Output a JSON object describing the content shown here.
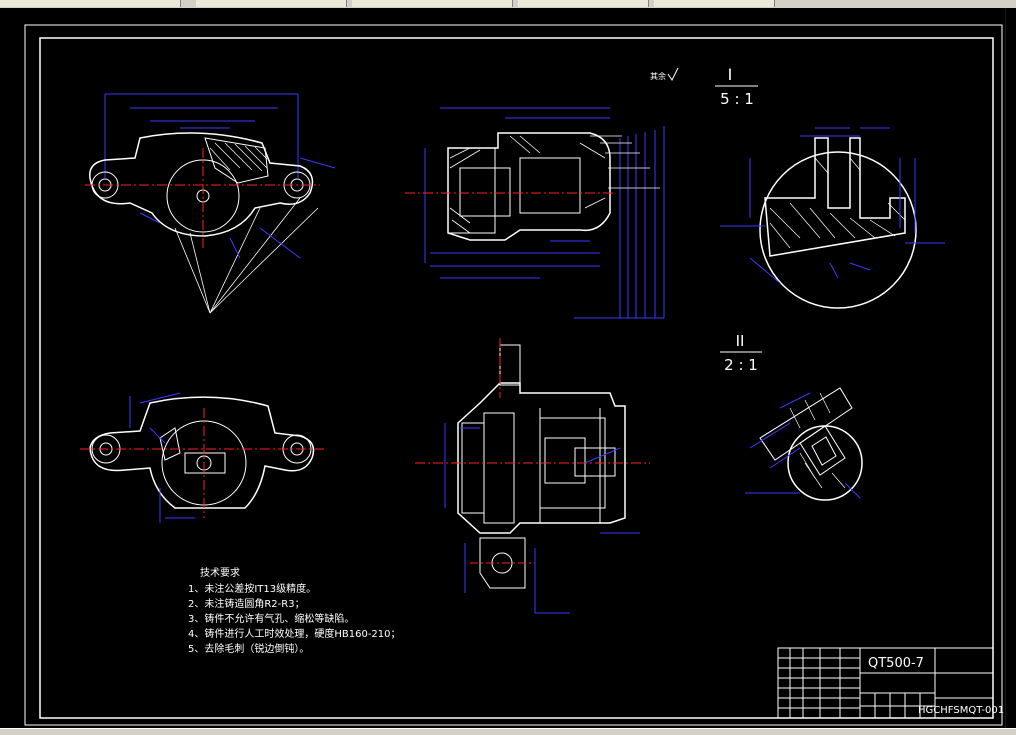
{
  "detail_views": {
    "detail1": {
      "label": "I",
      "scale": "5 : 1"
    },
    "detail2": {
      "label": "II",
      "scale": "2 : 1"
    }
  },
  "tech_notes": {
    "title": "技术要求",
    "items": [
      "1、未注公差按IT13级精度。",
      "2、未注铸造圆角R2-R3；",
      "3、铸件不允许有气孔、缩松等缺陷。",
      "4、铸件进行人工时效处理，硬度HB160-210；",
      "5、去除毛刺（锐边倒钝）。"
    ]
  },
  "title_block": {
    "material": "QT500-7",
    "drawing_number": "HGCHFSMQT-001"
  },
  "colors": {
    "line": "#ffffff",
    "dimension": "#3a3aff",
    "centerline": "#ff2020",
    "background": "#000000"
  }
}
